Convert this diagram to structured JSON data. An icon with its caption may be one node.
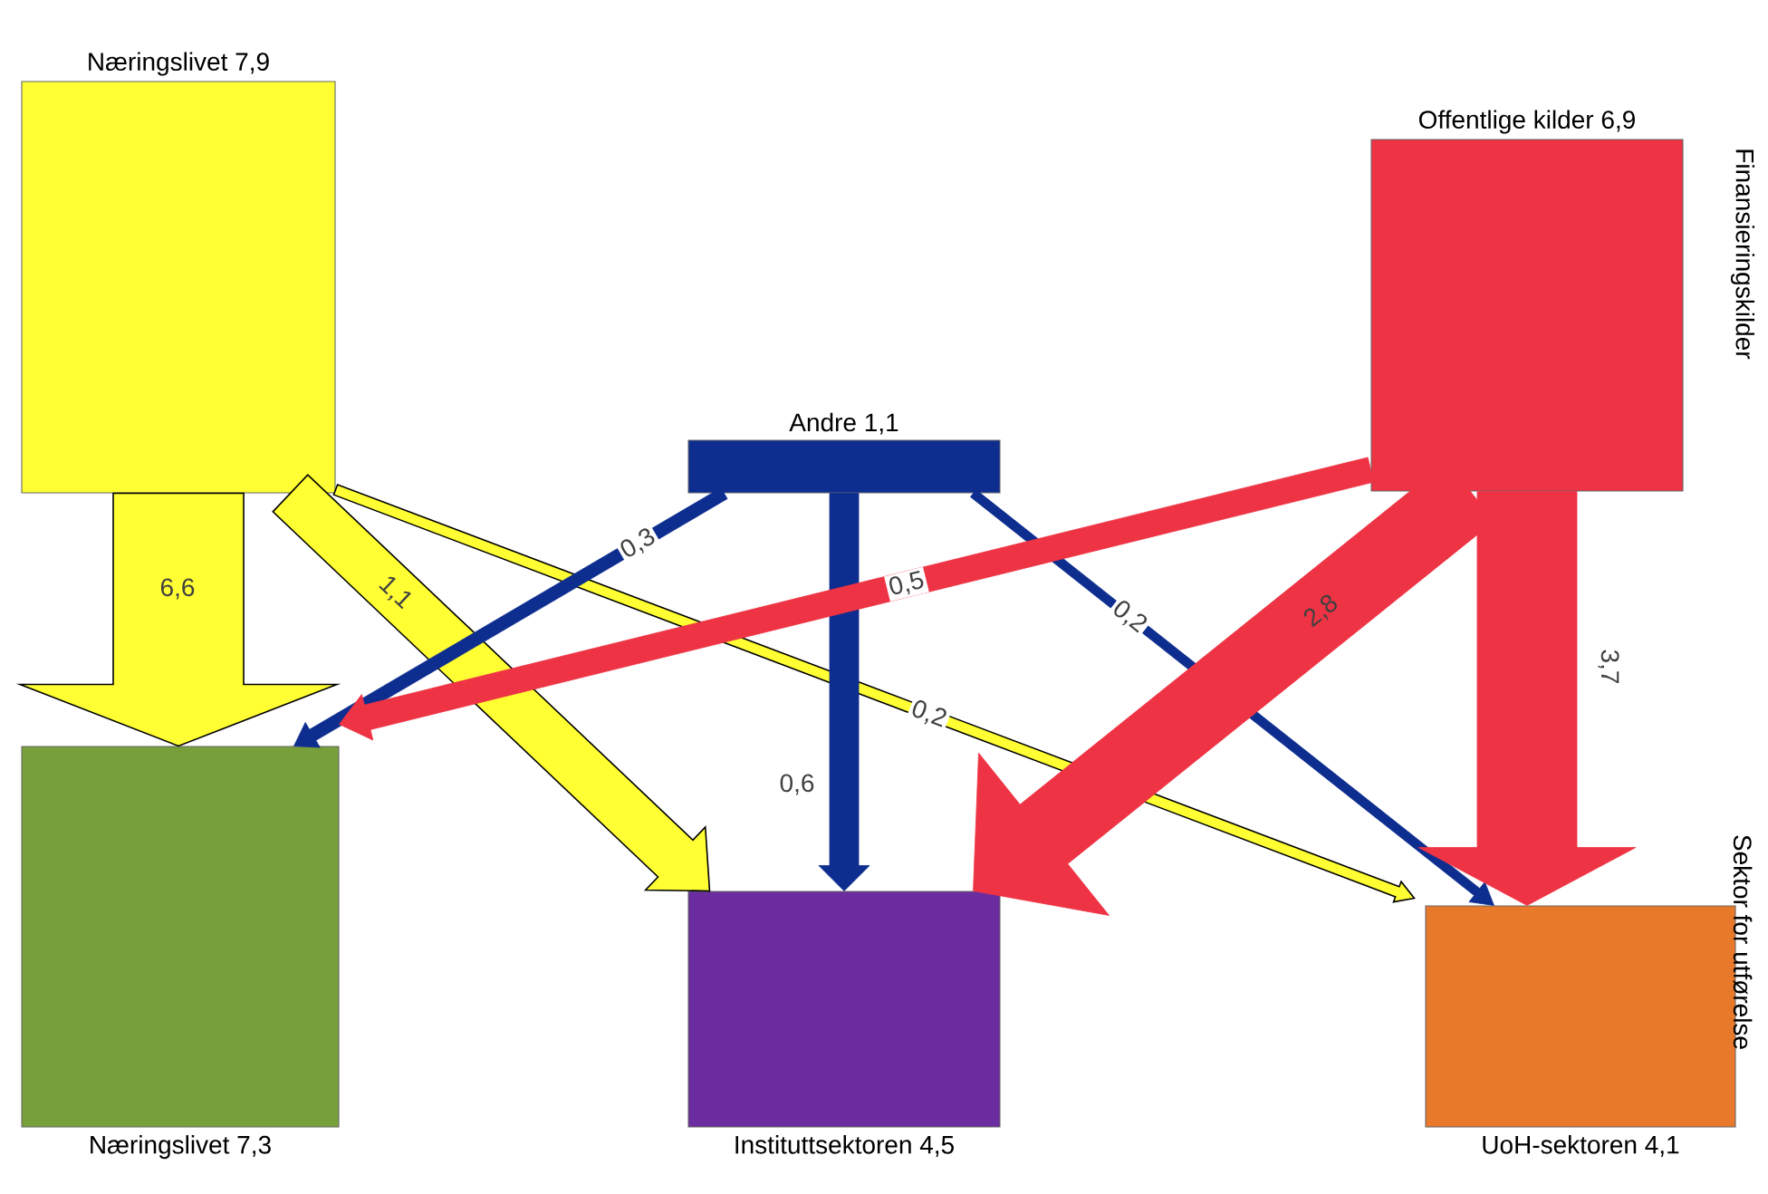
{
  "diagram": {
    "nodes": [
      {
        "text": [
          "Næringslivet 7,9"
        ]
      },
      {
        "text": [
          "Andre 1,1"
        ]
      },
      {
        "text": [
          "Offentlige kilder 6,9"
        ]
      },
      {
        "text": [
          "Næringslivet 7,3"
        ]
      },
      {
        "text": [
          "Instituttsektoren 4,5"
        ]
      },
      {
        "text": [
          "UoH-sektoren 4,1"
        ]
      }
    ],
    "edges": [
      {
        "from": 0,
        "to": 3,
        "arrow": "to",
        "label": "6,6",
        "color": "#ffff33",
        "style": "thick"
      },
      {
        "from": 0,
        "to": 4,
        "arrow": "to",
        "label": "1,1",
        "color": "#ffff33",
        "style": "thick"
      },
      {
        "from": 0,
        "to": 5,
        "arrow": "to",
        "label": "0,2",
        "color": "#ffff33"
      },
      {
        "from": 1,
        "to": 3,
        "arrow": "to",
        "label": "0,3",
        "color": "#0d2d8f"
      },
      {
        "from": 1,
        "to": 4,
        "arrow": "to",
        "label": "0,6",
        "color": "#0d2d8f"
      },
      {
        "from": 1,
        "to": 5,
        "arrow": "to",
        "label": "0,2",
        "color": "#0d2d8f"
      },
      {
        "from": 2,
        "to": 3,
        "arrow": "to",
        "label": "0,5",
        "color": "#ee3344"
      },
      {
        "from": 2,
        "to": 4,
        "arrow": "to",
        "label": "2,8",
        "color": "#ee3344",
        "style": "thick"
      },
      {
        "from": 2,
        "to": 5,
        "arrow": "to",
        "label": "3,7",
        "color": "#ee3344",
        "style": "thick"
      }
    ],
    "labels": [
      "Finansieringskilder",
      "Sektor for utførelse"
    ]
  }
}
